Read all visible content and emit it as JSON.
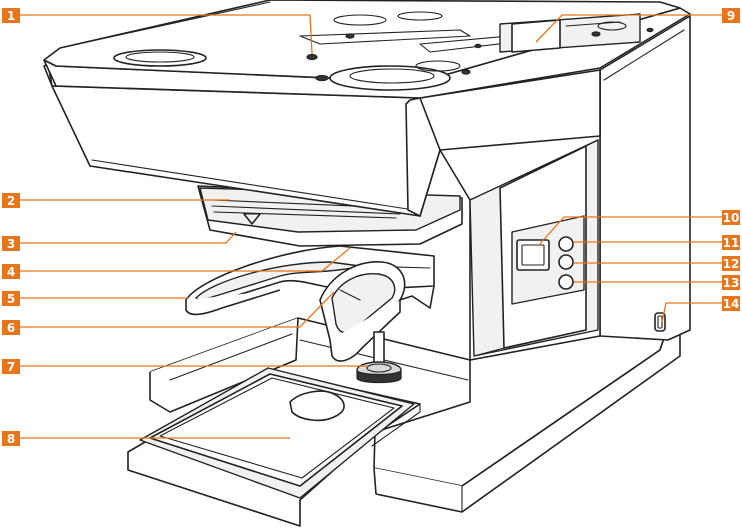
{
  "colors": {
    "accent": "#e8751a",
    "label_text": "#ffffff",
    "line": "#222222"
  },
  "callouts": [
    {
      "id": "1",
      "label": "1"
    },
    {
      "id": "2",
      "label": "2"
    },
    {
      "id": "3",
      "label": "3"
    },
    {
      "id": "4",
      "label": "4"
    },
    {
      "id": "5",
      "label": "5"
    },
    {
      "id": "6",
      "label": "6"
    },
    {
      "id": "7",
      "label": "7"
    },
    {
      "id": "8",
      "label": "8"
    },
    {
      "id": "9",
      "label": "9"
    },
    {
      "id": "10",
      "label": "10"
    },
    {
      "id": "11",
      "label": "11"
    },
    {
      "id": "12",
      "label": "12"
    },
    {
      "id": "13",
      "label": "13"
    },
    {
      "id": "14",
      "label": "14"
    }
  ]
}
